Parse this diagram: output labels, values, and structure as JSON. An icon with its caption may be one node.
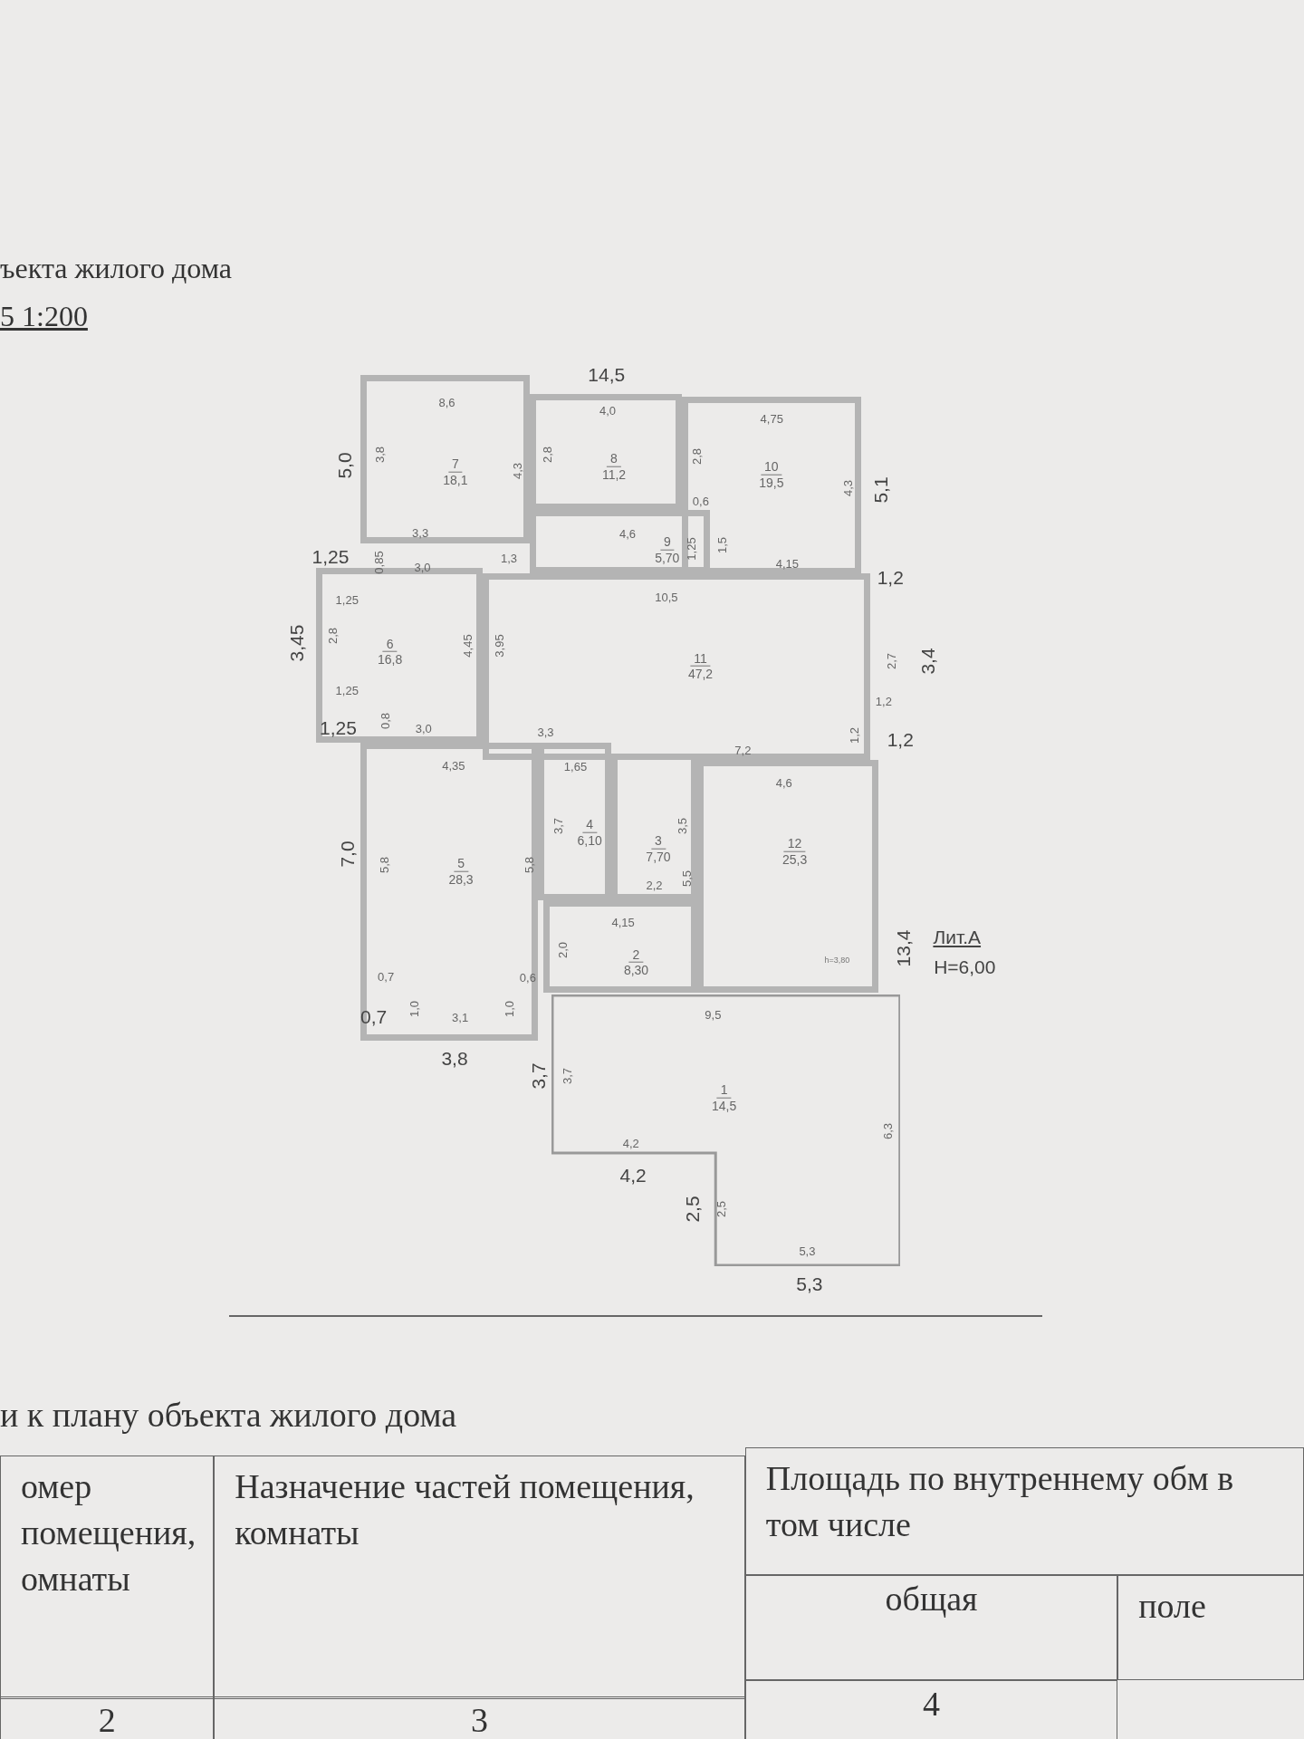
{
  "diagram": {
    "nodes": [
      {
        "text": [
          "7",
          "18,1"
        ]
      },
      {
        "text": [
          "8",
          "11,2"
        ]
      },
      {
        "text": [
          "10",
          "19,5"
        ]
      },
      {
        "text": [
          "9",
          "5,70"
        ]
      },
      {
        "text": [
          "6",
          "16,8"
        ]
      },
      {
        "text": [
          "11",
          "47,2"
        ]
      },
      {
        "text": [
          "5",
          "28,3"
        ]
      },
      {
        "text": [
          "4",
          "6,10"
        ]
      },
      {
        "text": [
          "3",
          "7,70"
        ]
      },
      {
        "text": [
          "12",
          "25,3"
        ]
      },
      {
        "text": [
          "2",
          "8,30"
        ]
      },
      {
        "text": [
          "1",
          "14,5"
        ]
      }
    ],
    "edges": [],
    "labels": [
      "ъекта жилого дома",
      "5 1:200",
      "14,5",
      "8,6",
      "4,0",
      "4,75",
      "5,0",
      "3,8",
      "4,3",
      "2,8",
      "2,8",
      "4,3",
      "5,1",
      "0,6",
      "3,3",
      "4,6",
      "1,25",
      "1,5",
      "1,3",
      "4,15",
      "1,25",
      "0,85",
      "3,0",
      "1,2",
      "1,25",
      "10,5",
      "3,45",
      "2,8",
      "4,45",
      "3,95",
      "2,7",
      "3,4",
      "1,25",
      "1,2",
      "1,25",
      "0,8",
      "3,0",
      "3,3",
      "1,2",
      "1,2",
      "7,2",
      "4,35",
      "1,65",
      "4,6",
      "3,7",
      "3,5",
      "7,0",
      "5,8",
      "5,8",
      "5,5",
      "2,2",
      "4,15",
      "Лит.А",
      "Н=6,00",
      "2,0",
      "h=3,80",
      "13,4",
      "0,7",
      "0,6",
      "0,7",
      "1,0",
      "3,1",
      "1,0",
      "9,5",
      "3,8",
      "3,7",
      "3,7",
      "4,2",
      "4,2",
      "6,3",
      "2,5",
      "2,5",
      "5,3",
      "5,3",
      "и к плану объекта жилого дома",
      "омер помещения, омнаты",
      "Назначение частей помещения, комнаты",
      "Площадь по внутреннему обм в том числе",
      "общая",
      "поле",
      "2",
      "3",
      "4"
    ]
  }
}
